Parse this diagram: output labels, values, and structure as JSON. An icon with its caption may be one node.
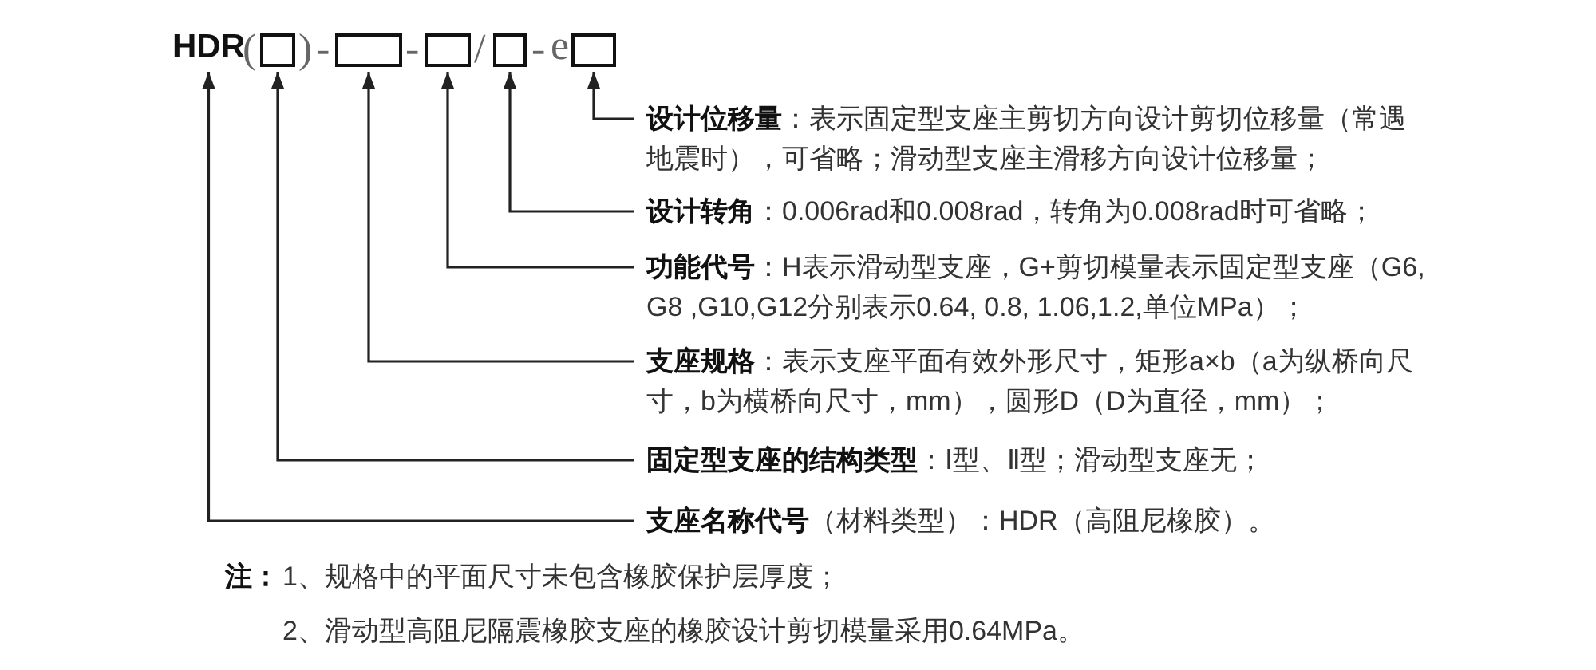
{
  "diagram": {
    "nodes": [
      {
        "text": [
          "HDR"
        ]
      },
      {
        "text": [],
        "shape": "box"
      },
      {
        "text": [],
        "shape": "box"
      },
      {
        "text": [],
        "shape": "box"
      },
      {
        "text": [],
        "shape": "box"
      },
      {
        "text": [],
        "shape": "box"
      },
      {
        "text": [
          "**设计位移量**：表示固定型支座主剪切方向设计剪切位移量（常遇地震时），可省略；滑动型支座主滑移方向设计位移量；"
        ]
      },
      {
        "text": [
          "**设计转角**：0.006rad和0.008rad，转角为0.008rad时可省略；"
        ]
      },
      {
        "text": [
          "**功能代号**：H表示滑动型支座，G+剪切模量表示固定型支座（G6, G8 ,G10,G12分别表示0.64, 0.8, 1.06,1.2,单位MPa）；"
        ]
      },
      {
        "text": [
          "**支座规格**：表示支座平面有效外形尺寸，矩形a×b（a为纵桥向尺寸，b为横桥向尺寸，mm），圆形D（D为直径，mm）；"
        ]
      },
      {
        "text": [
          "**固定型支座的结构类型**：Ⅰ型、Ⅱ型；滑动型支座无；"
        ]
      },
      {
        "text": [
          "**支座名称代号**（材料类型）：HDR（高阻尼橡胶）。"
        ]
      }
    ],
    "edges": [
      {
        "from": 6,
        "to": 5,
        "arrow": "to"
      },
      {
        "from": 7,
        "to": 4,
        "arrow": "to"
      },
      {
        "from": 8,
        "to": 3,
        "arrow": "to"
      },
      {
        "from": 9,
        "to": 2,
        "arrow": "to"
      },
      {
        "from": 10,
        "to": 1,
        "arrow": "to"
      },
      {
        "from": 11,
        "to": 0,
        "arrow": "to"
      }
    ],
    "labels": [
      "(",
      ")",
      "-",
      "-",
      "/",
      "-",
      "e",
      "注：",
      "1、规格中的平面尺寸未包含橡胶保护层厚度；",
      "2、滑动型高阻尼隔震橡胶支座的橡胶设计剪切模量采用0.64MPa。"
    ]
  }
}
